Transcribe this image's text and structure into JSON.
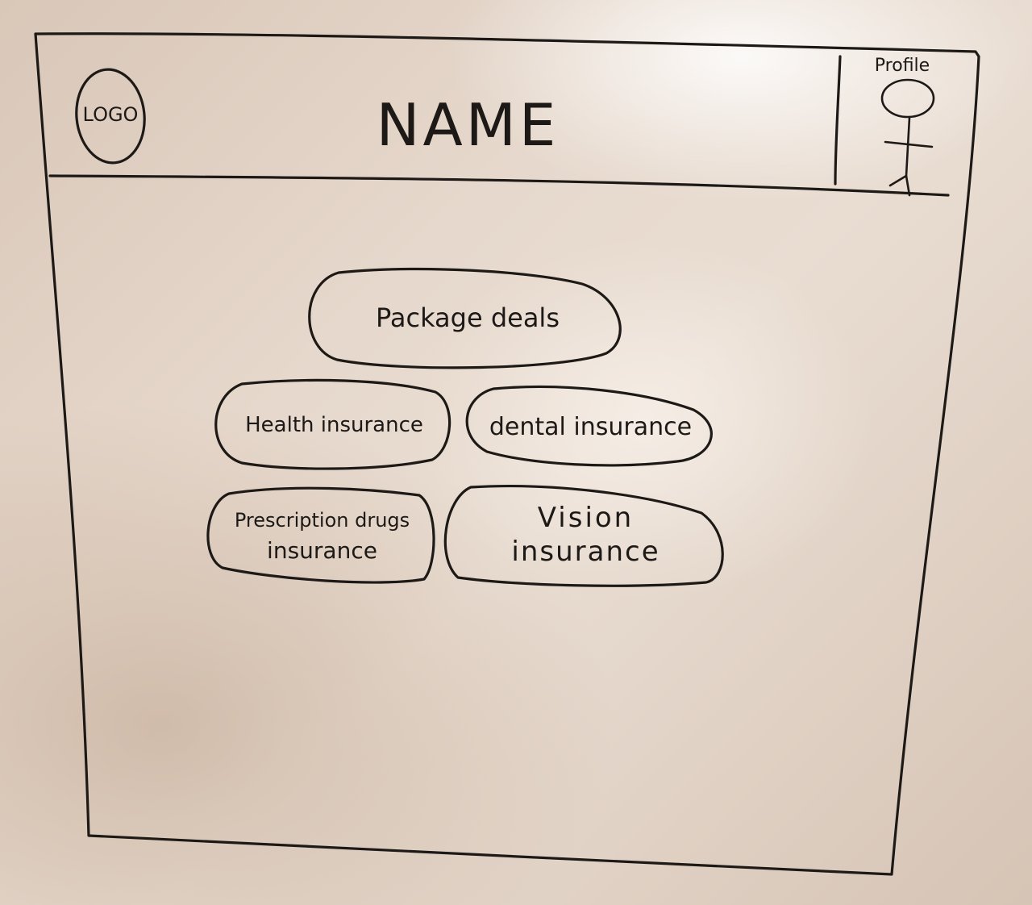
{
  "header": {
    "logo_text": "LOGO",
    "title": "NAME",
    "profile_label": "Profile"
  },
  "main": {
    "buttons": [
      {
        "label": "Package deals"
      },
      {
        "label": "Health insurance"
      },
      {
        "label": "dental insurance"
      },
      {
        "label": "Prescription drugs insurance",
        "line1": "Prescription drugs",
        "line2": "insurance"
      },
      {
        "label": "Vision insurance",
        "line1": "Vision",
        "line2": "insurance"
      }
    ]
  }
}
